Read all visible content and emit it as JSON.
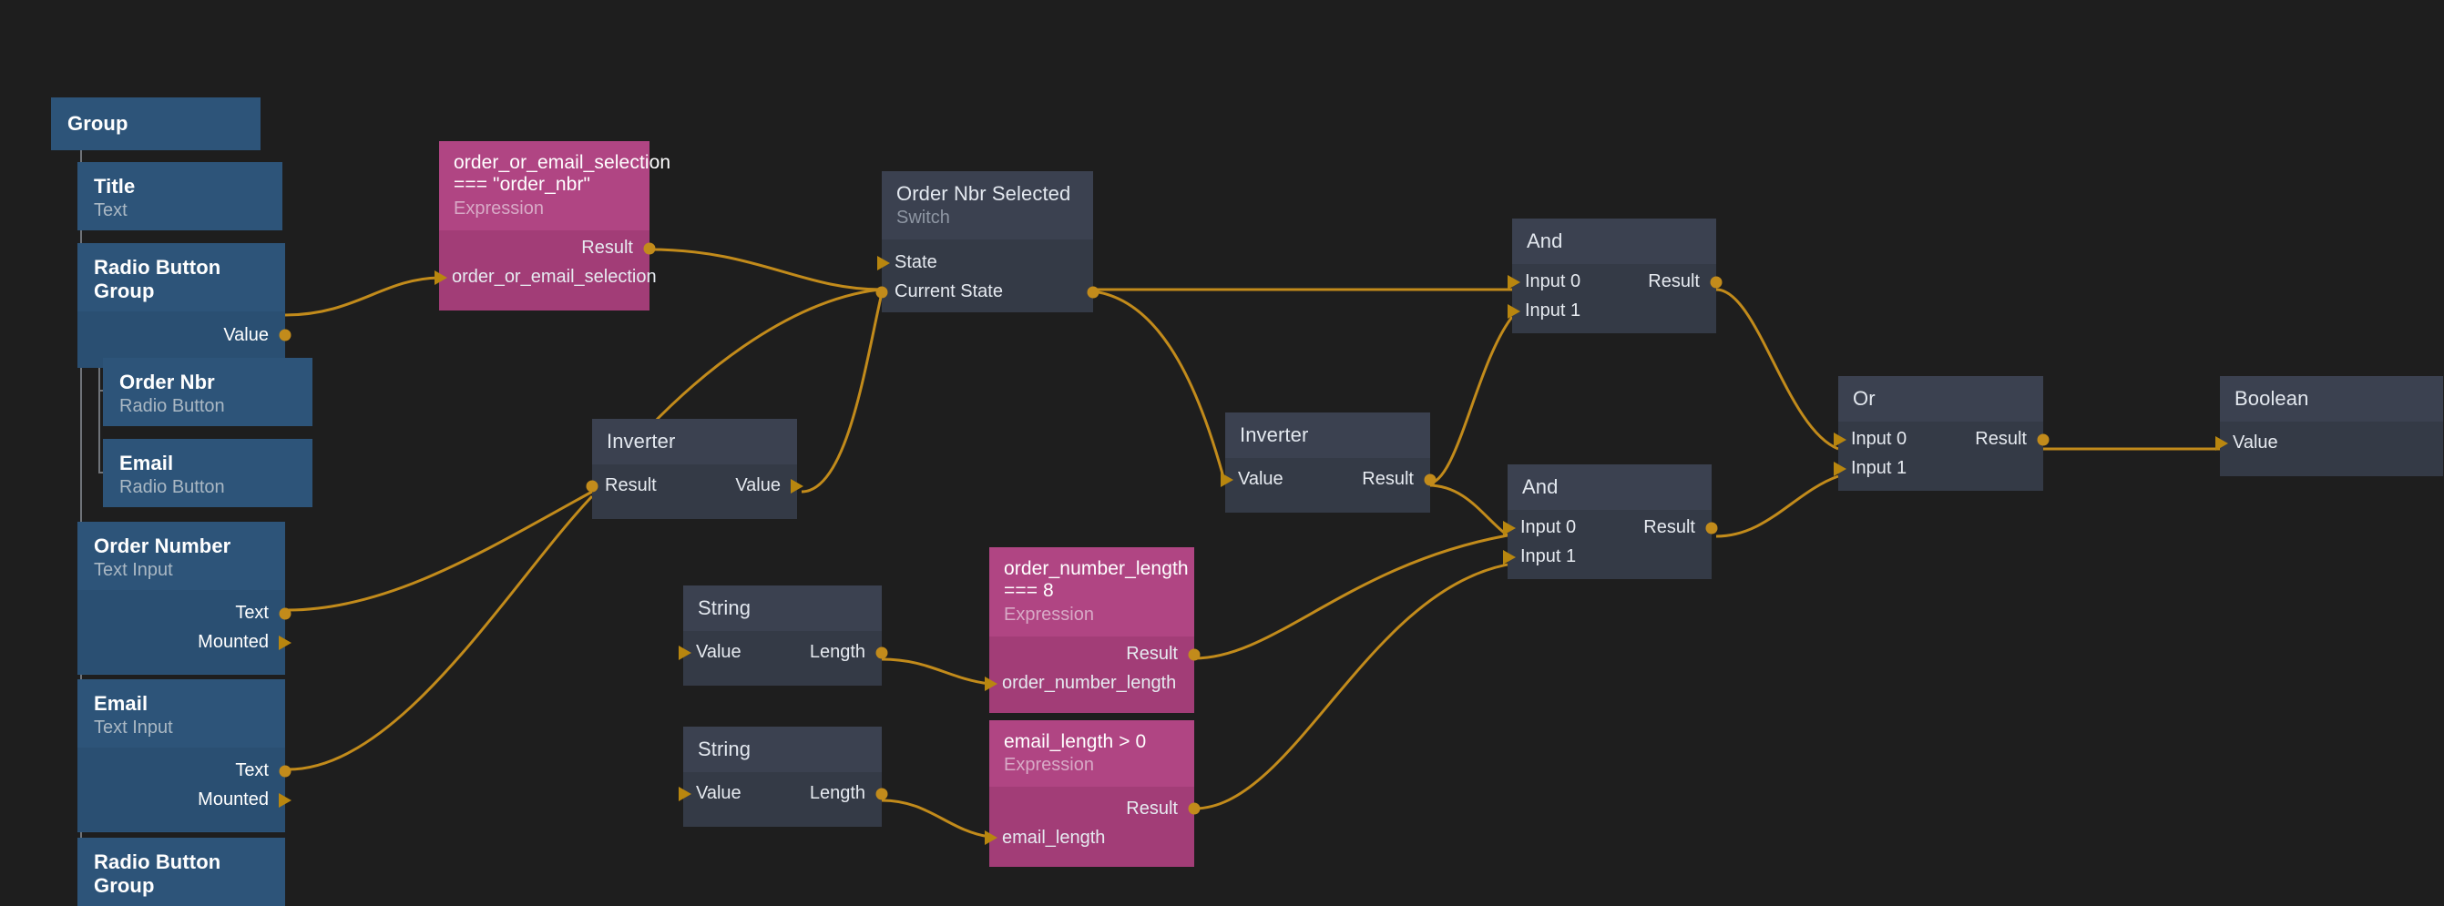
{
  "app": {
    "background": "#1e1e1e",
    "wire_color": "#c28b1b"
  },
  "palette": {
    "widget_header": "#2d5479",
    "widget_body": "#2a4f72",
    "logic_header": "#3b4150",
    "logic_body": "#343a46",
    "expr_header": "#b04583",
    "expr_body": "#a23d77",
    "port": "#c28b1b"
  },
  "nodes": [
    {
      "id": "group",
      "title": "Group",
      "subtitle": "",
      "kind": "widget"
    },
    {
      "id": "title",
      "title": "Title",
      "subtitle": "Text",
      "kind": "widget"
    },
    {
      "id": "rbgroup",
      "title": "Radio Button Group",
      "subtitle": "",
      "kind": "widget",
      "ports": [
        {
          "label": "Value",
          "side": "right",
          "shape": "dot"
        }
      ]
    },
    {
      "id": "ordernbr",
      "title": "Order Nbr",
      "subtitle": "Radio Button",
      "kind": "widget"
    },
    {
      "id": "emailradio",
      "title": "Email",
      "subtitle": "Radio Button",
      "kind": "widget"
    },
    {
      "id": "ordernumber",
      "title": "Order Number",
      "subtitle": "Text Input",
      "kind": "widget",
      "ports": [
        {
          "label": "Text",
          "side": "right",
          "shape": "dot"
        },
        {
          "label": "Mounted",
          "side": "right",
          "shape": "arrow"
        }
      ]
    },
    {
      "id": "emailinput",
      "title": "Email",
      "subtitle": "Text Input",
      "kind": "widget",
      "ports": [
        {
          "label": "Text",
          "side": "right",
          "shape": "dot"
        },
        {
          "label": "Mounted",
          "side": "right",
          "shape": "arrow"
        }
      ]
    },
    {
      "id": "rbgroup2",
      "title": "Radio Button Group",
      "subtitle": "",
      "kind": "widget"
    },
    {
      "id": "expr_sel",
      "title": "order_or_email_selection === \"order_nbr\"",
      "subtitle": "Expression",
      "kind": "expression",
      "ports": [
        {
          "label": "Result",
          "side": "right",
          "shape": "dot"
        },
        {
          "label": "order_or_email_selection",
          "side": "left",
          "shape": "arrow"
        }
      ]
    },
    {
      "id": "switch",
      "title": "Order Nbr Selected",
      "subtitle": "Switch",
      "kind": "logic",
      "ports": [
        {
          "label": "State",
          "side": "left",
          "shape": "arrow"
        },
        {
          "label": "Current State",
          "side": "both",
          "shape": "dot"
        }
      ]
    },
    {
      "id": "inverter1",
      "title": "Inverter",
      "subtitle": "",
      "kind": "logic",
      "ports": [
        {
          "label": "Result",
          "side": "left",
          "shape": "dot"
        },
        {
          "label": "Value",
          "side": "right",
          "shape": "arrow"
        }
      ]
    },
    {
      "id": "inverter2",
      "title": "Inverter",
      "subtitle": "",
      "kind": "logic",
      "ports": [
        {
          "label": "Value",
          "side": "left",
          "shape": "arrow"
        },
        {
          "label": "Result",
          "side": "right",
          "shape": "dot"
        }
      ]
    },
    {
      "id": "and1",
      "title": "And",
      "subtitle": "",
      "kind": "logic",
      "ports": [
        {
          "label": "Input 0",
          "side": "left",
          "shape": "arrow"
        },
        {
          "label": "Input 1",
          "side": "left",
          "shape": "arrow"
        },
        {
          "label": "Result",
          "side": "right",
          "shape": "dot"
        }
      ]
    },
    {
      "id": "and2",
      "title": "And",
      "subtitle": "",
      "kind": "logic",
      "ports": [
        {
          "label": "Input 0",
          "side": "left",
          "shape": "arrow"
        },
        {
          "label": "Input 1",
          "side": "left",
          "shape": "arrow"
        },
        {
          "label": "Result",
          "side": "right",
          "shape": "dot"
        }
      ]
    },
    {
      "id": "or",
      "title": "Or",
      "subtitle": "",
      "kind": "logic",
      "ports": [
        {
          "label": "Input 0",
          "side": "left",
          "shape": "arrow"
        },
        {
          "label": "Input 1",
          "side": "left",
          "shape": "arrow"
        },
        {
          "label": "Result",
          "side": "right",
          "shape": "dot"
        }
      ]
    },
    {
      "id": "boolean",
      "title": "Boolean",
      "subtitle": "",
      "kind": "logic",
      "ports": [
        {
          "label": "Value",
          "side": "left",
          "shape": "arrow"
        }
      ]
    },
    {
      "id": "string1",
      "title": "String",
      "subtitle": "",
      "kind": "logic",
      "ports": [
        {
          "label": "Value",
          "side": "left",
          "shape": "arrow"
        },
        {
          "label": "Length",
          "side": "right",
          "shape": "dot"
        }
      ]
    },
    {
      "id": "string2",
      "title": "String",
      "subtitle": "",
      "kind": "logic",
      "ports": [
        {
          "label": "Value",
          "side": "left",
          "shape": "arrow"
        },
        {
          "label": "Length",
          "side": "right",
          "shape": "dot"
        }
      ]
    },
    {
      "id": "expr_len",
      "title": "order_number_length === 8",
      "subtitle": "Expression",
      "kind": "expression",
      "ports": [
        {
          "label": "Result",
          "side": "right",
          "shape": "dot"
        },
        {
          "label": "order_number_length",
          "side": "left",
          "shape": "arrow"
        }
      ]
    },
    {
      "id": "expr_email",
      "title": "email_length > 0",
      "subtitle": "Expression",
      "kind": "expression",
      "ports": [
        {
          "label": "Result",
          "side": "right",
          "shape": "dot"
        },
        {
          "label": "email_length",
          "side": "left",
          "shape": "arrow"
        }
      ]
    }
  ],
  "labels": {
    "group": "Group",
    "title": "Title",
    "title_sub": "Text",
    "radio_button_group": "Radio Button Group",
    "value": "Value",
    "order_nbr": "Order Nbr",
    "radio_button": "Radio Button",
    "email": "Email",
    "order_number": "Order Number",
    "text_input": "Text Input",
    "text": "Text",
    "mounted": "Mounted",
    "expression": "Expression",
    "expr_sel_l1": "order_or_email_selection",
    "expr_sel_l2": "=== \"order_nbr\"",
    "expr_sel_in": "order_or_email_selection",
    "result": "Result",
    "order_nbr_selected": "Order Nbr Selected",
    "switch": "Switch",
    "state": "State",
    "current_state": "Current State",
    "inverter": "Inverter",
    "and": "And",
    "or": "Or",
    "boolean": "Boolean",
    "input0": "Input 0",
    "input1": "Input 1",
    "string": "String",
    "length": "Length",
    "expr_len_l1": "order_number_length",
    "expr_len_l2": "=== 8",
    "expr_len_in": "order_number_length",
    "expr_email_l1": "email_length > 0",
    "expr_email_in": "email_length"
  }
}
